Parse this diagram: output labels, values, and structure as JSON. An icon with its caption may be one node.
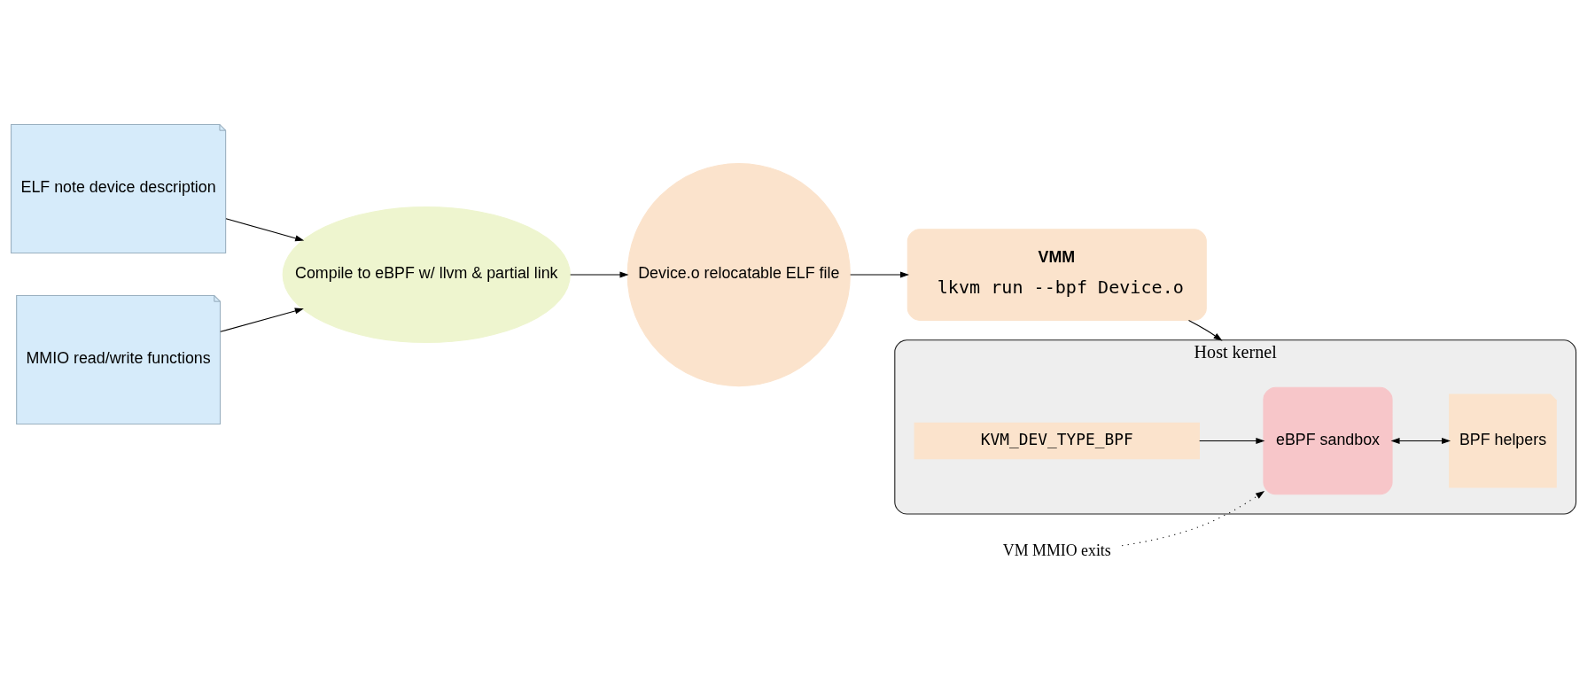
{
  "diagram": {
    "nodes": [
      {
        "text": [
          "ELF note device description"
        ]
      },
      {
        "text": [
          "MMIO read/write functions"
        ]
      },
      {
        "text": [
          "Compile to eBPF w/ llvm & partial link"
        ]
      },
      {
        "text": [
          "Device.o relocatable ELF file"
        ]
      },
      {
        "text": [
          "Host kernel"
        ]
      },
      {
        "text": [
          "eBPF sandbox"
        ],
        "in": 4
      },
      {
        "text": [
          "BPF helpers"
        ],
        "in": 4
      },
      {
        "text": [
          "KVM_DEV_TYPE_BPF"
        ],
        "in": 4
      },
      {
        "text": [
          "VMM",
          "lkvm run --bpf Device.o"
        ]
      },
      {
        "text": [
          "VM MMIO exits"
        ]
      }
    ],
    "edges": [
      {
        "from": 0,
        "to": 2,
        "arrow": "to"
      },
      {
        "from": 1,
        "to": 2,
        "arrow": "to"
      },
      {
        "from": 2,
        "to": 3,
        "arrow": "to"
      },
      {
        "from": 3,
        "to": 8,
        "arrow": "to"
      },
      {
        "from": 8,
        "to": 4,
        "arrow": "to"
      },
      {
        "from": 7,
        "to": 5,
        "arrow": "to"
      },
      {
        "from": 5,
        "to": 6,
        "arrow": "both"
      },
      {
        "from": 9,
        "to": 5,
        "arrow": "to",
        "style": "dashed"
      }
    ]
  }
}
